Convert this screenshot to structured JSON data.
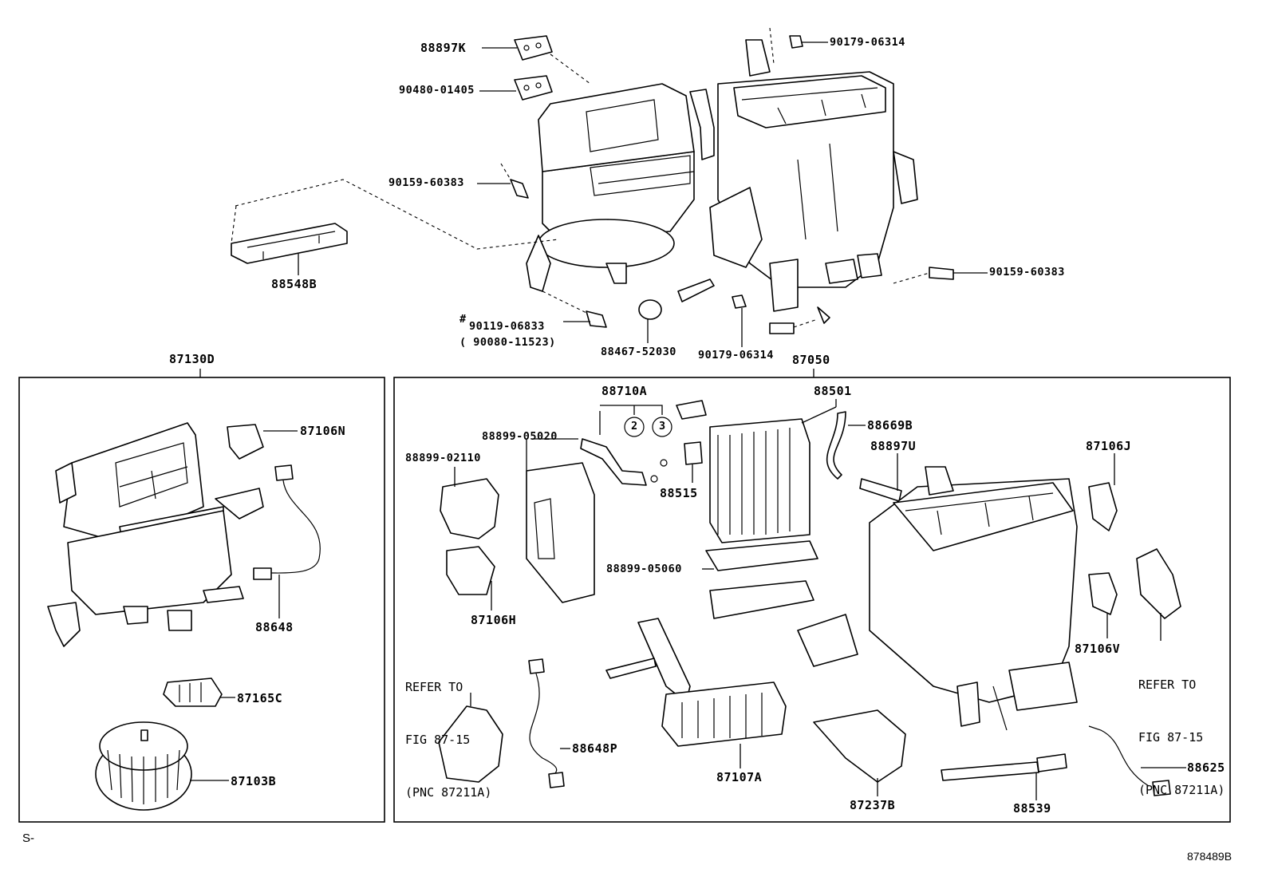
{
  "labels": {
    "p88897K": "88897K",
    "p90480": "90480-01405",
    "p90179a": "90179-06314",
    "p90159a": "90159-60383",
    "p88548B": "88548B",
    "p90159b": "90159-60383",
    "hash": "#",
    "p90119": "90119-06833",
    "p90080": "( 90080-11523)",
    "p88467": "88467-52030",
    "p90179b": "90179-06314",
    "p87130D": "87130D",
    "p87050": "87050",
    "p87106N": "87106N",
    "p88648": "88648",
    "p87165C": "87165C",
    "p87103B": "87103B",
    "p88710A": "88710A",
    "p88899_05020": "88899-05020",
    "p88899_02110": "88899-02110",
    "p88501": "88501",
    "p88669B": "88669B",
    "p88897U": "88897U",
    "p87106J": "87106J",
    "p88515": "88515",
    "p88899_05060": "88899-05060",
    "p87106H": "87106H",
    "p87106V": "87106V",
    "p88648P": "88648P",
    "p87107A": "87107A",
    "p87237B": "87237B",
    "p88539": "88539",
    "p88625": "88625",
    "c2": "2",
    "c3": "3"
  },
  "notes": {
    "refer_left": [
      "REFER TO",
      "FIG 87-15",
      "(PNC 87211A)"
    ],
    "refer_right": [
      "REFER TO",
      "FIG 87-15",
      "(PNC 87211A)"
    ]
  },
  "footer": {
    "left": "S-",
    "right": "878489B"
  }
}
